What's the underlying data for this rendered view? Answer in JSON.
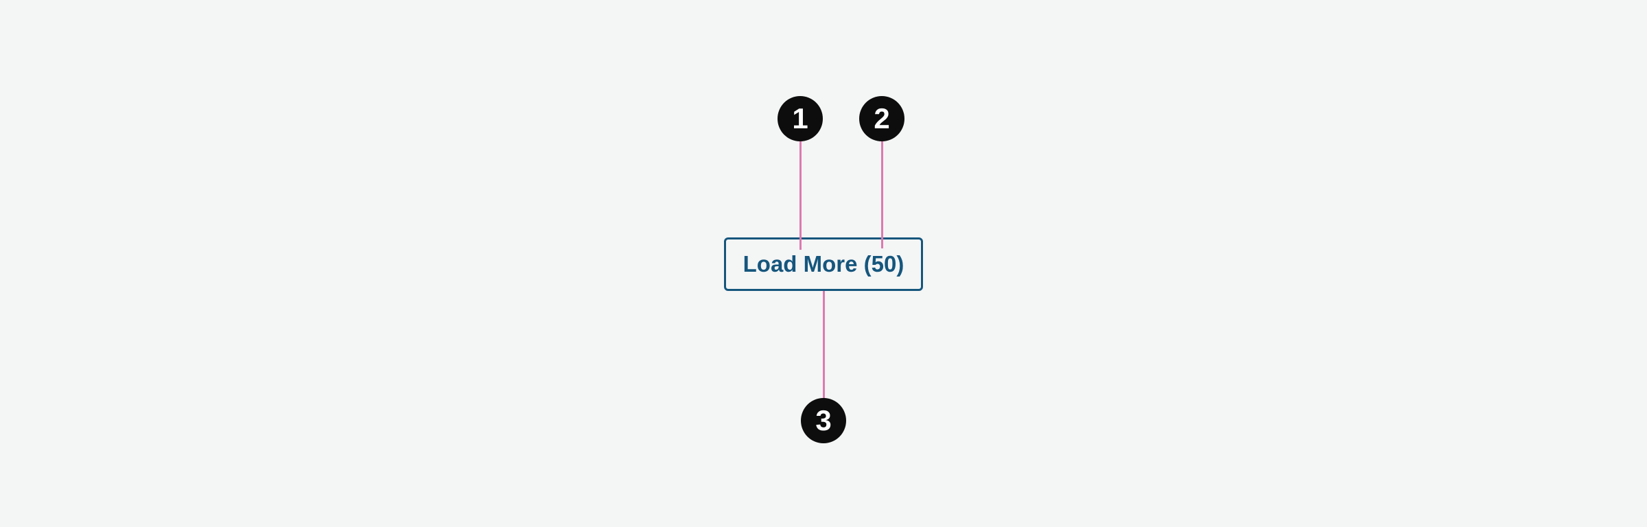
{
  "button": {
    "label": "Load More (50)"
  },
  "markers": [
    {
      "label": "1",
      "target": "load-more-button"
    },
    {
      "label": "2",
      "target": "load-more-button"
    },
    {
      "label": "3",
      "target": "load-more-button"
    }
  ],
  "colors": {
    "page_background": "#f4f5f5",
    "marker_background": "#0d0d0d",
    "marker_text": "#ffffff",
    "callout_line": "#dd7ab0",
    "button_accent": "#15567d"
  }
}
